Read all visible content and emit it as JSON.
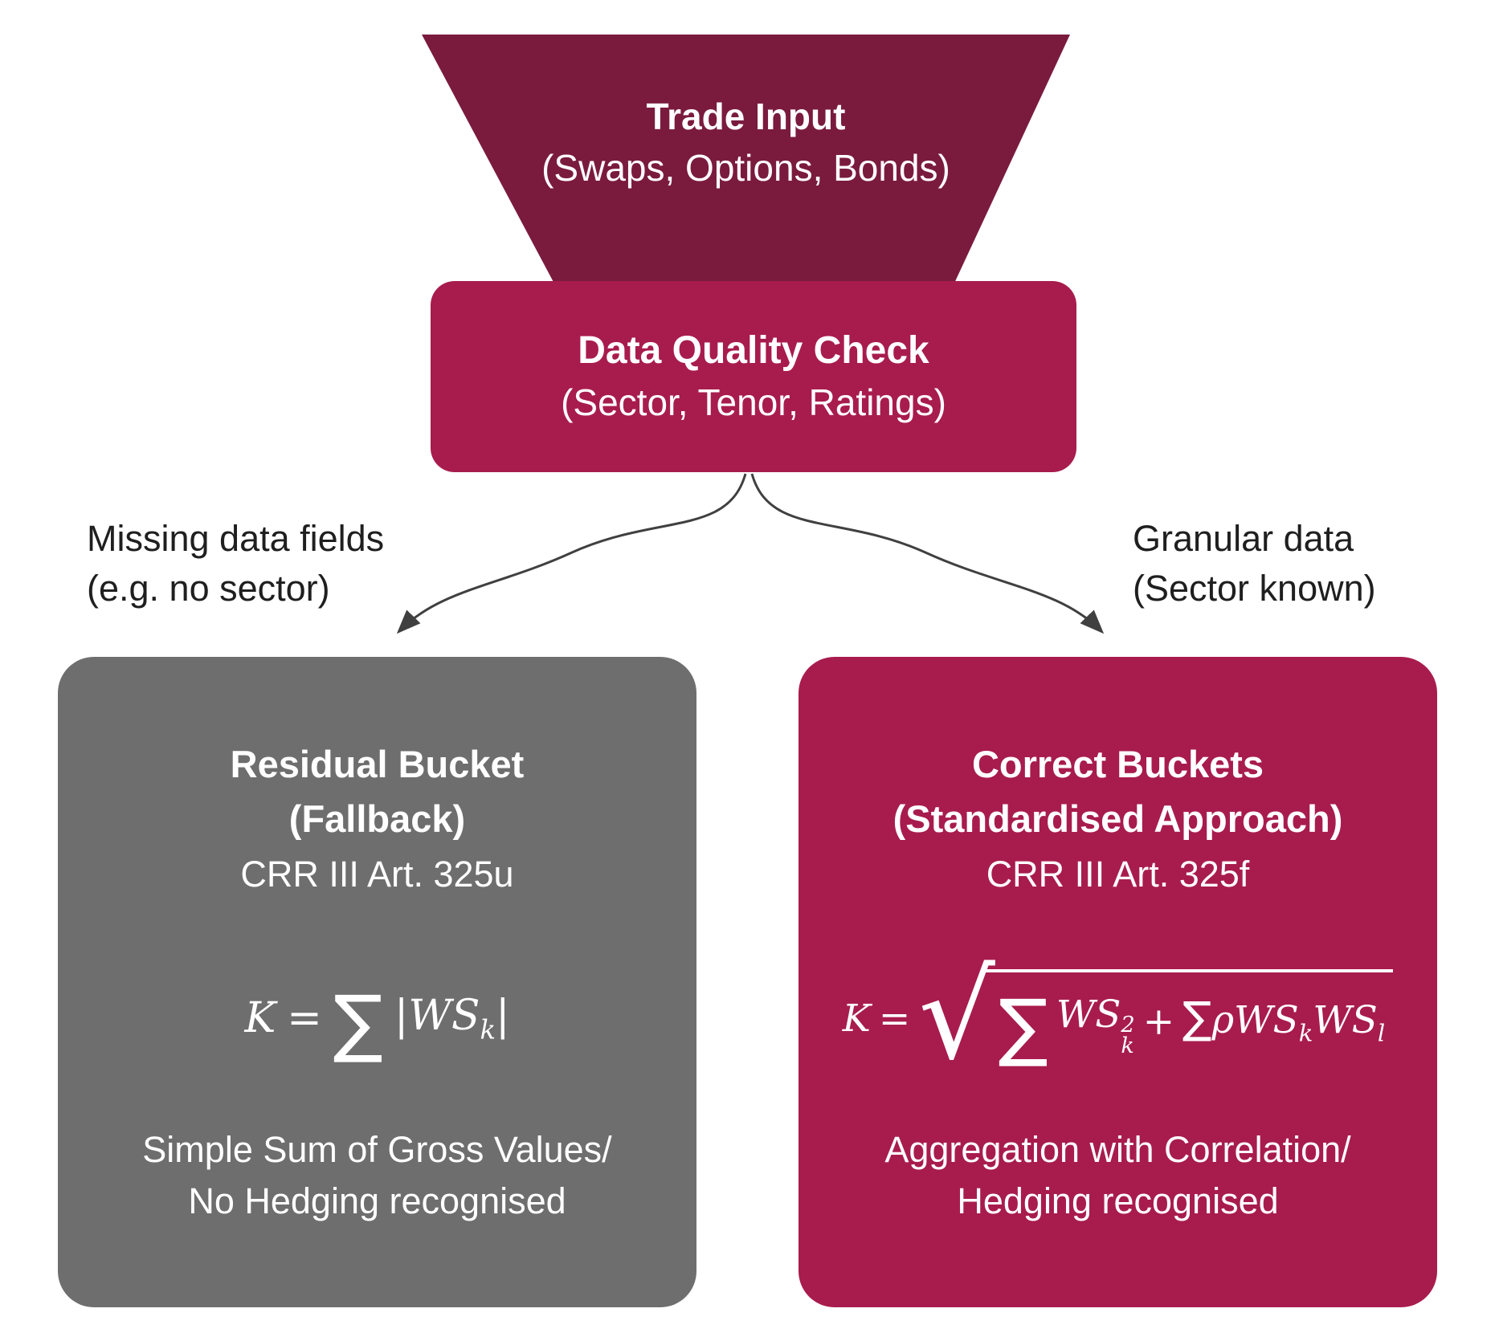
{
  "colors": {
    "funnel": "#7a1b3e",
    "crimson": "#a81c4d",
    "gray": "#6e6e6e",
    "text": "#1f1f1f",
    "arrow": "#404040",
    "white": "#ffffff"
  },
  "funnel": {
    "title": "Trade Input",
    "subtitle": "(Swaps, Options, Bonds)"
  },
  "quality_check": {
    "title": "Data Quality Check",
    "subtitle": "(Sector, Tenor, Ratings)"
  },
  "branches": {
    "left_label_line1": "Missing data fields",
    "left_label_line2": "(e.g. no sector)",
    "right_label_line1": "Granular data",
    "right_label_line2": "(Sector known)"
  },
  "residual": {
    "title": "Residual Bucket",
    "subtitle": "(Fallback)",
    "regulation": "CRR III Art. 325u",
    "formula": {
      "lhs": "K",
      "equals": "=",
      "sigma": "∑",
      "abs_ws": "|WS",
      "sub_k": "k",
      "abs_close": "|"
    },
    "note_line1": "Simple Sum of Gross Values/",
    "note_line2": "No Hedging recognised"
  },
  "correct": {
    "title": "Correct Buckets",
    "subtitle": "(Standardised Approach)",
    "regulation": "CRR III Art. 325f",
    "formula": {
      "lhs": "K",
      "equals": "=",
      "radical": "√",
      "sigma_big": "∑",
      "ws1": "WS",
      "sup_2": "2",
      "sub_k": "k",
      "plus": "+",
      "sigma_small": "∑",
      "rho_ws": "ρWS",
      "sub_k2": "k",
      "ws2": "WS",
      "sub_l": "l"
    },
    "note_line1": "Aggregation with Correlation/",
    "note_line2": "Hedging recognised"
  }
}
